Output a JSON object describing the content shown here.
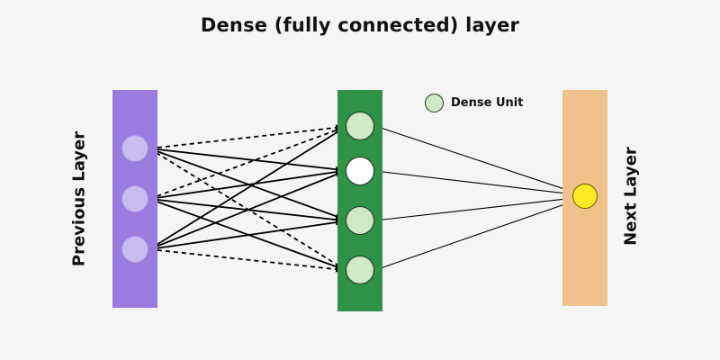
{
  "title": "Dense (fully connected) layer",
  "labels": {
    "previous": "Previous Layer",
    "next": "Next Layer"
  },
  "legend": {
    "label": "Dense Unit"
  },
  "colors": {
    "background": "#f5f5f6",
    "previous_rect": "#9b7bdf",
    "previous_node": "#c9bdf0",
    "dense_rect": "#2e9247",
    "dense_node": "#cfe8c6",
    "highlight_node": "#ffffff",
    "next_rect": "#eec28a",
    "next_node": "#ffe926",
    "connection": "#000000"
  },
  "diagram": {
    "type": "neural-network-dense-layer",
    "layers": [
      {
        "name": "Previous Layer",
        "units": 3,
        "node_color": "#c9bdf0"
      },
      {
        "name": "Dense layer",
        "units": 4,
        "node_color": "#cfe8c6",
        "highlighted_unit_index": 1
      },
      {
        "name": "Next Layer",
        "units": 1,
        "node_color": "#ffe926"
      }
    ],
    "connections": {
      "previous_to_dense": "fully connected, black arrows, mix of solid and dashed",
      "dense_to_next": "fully connected, thin plain lines"
    }
  }
}
